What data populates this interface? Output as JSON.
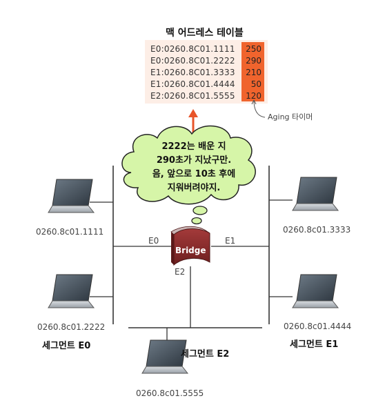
{
  "mac_table": {
    "title": "맥 어드레스 테이블",
    "entries": [
      {
        "address": "E0:0260.8C01.1111",
        "age": "250"
      },
      {
        "address": "E0:0260.8C01.2222",
        "age": "290"
      },
      {
        "address": "E1:0260.8C01.3333",
        "age": "210"
      },
      {
        "address": "E1:0260.8C01.4444",
        "age": "50"
      },
      {
        "address": "E2:0260.8C01.5555",
        "age": "120"
      }
    ],
    "aging_label": "Aging 타이머"
  },
  "bubble": {
    "lines": [
      "2222는 배운 지",
      "290초가 지났구만.",
      "음, 앞으로 10초 후에",
      "지워버려야지."
    ]
  },
  "bridge": {
    "label": "Bridge",
    "ports": [
      "E0",
      "E1",
      "E2"
    ]
  },
  "hosts": [
    "0260.8c01.1111",
    "0260.8c01.2222",
    "0260.8c01.3333",
    "0260.8c01.4444",
    "0260.8c01.5555"
  ],
  "segments": [
    "세그먼트 E0",
    "세그먼트 E1",
    "세그먼트 E2"
  ],
  "colors": {
    "table_bg": "#fdeee6",
    "age_bg": "#f0642d",
    "arrow": "#e8552a",
    "bubble_fill": "#d6f5a8",
    "bridge_body": "#8b2b2b"
  }
}
